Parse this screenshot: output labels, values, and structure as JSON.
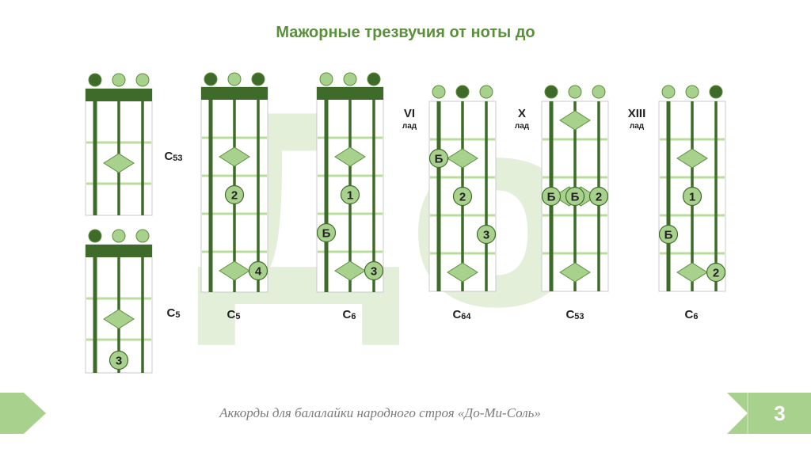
{
  "title": "Мажорные трезвучия от ноты до",
  "watermark": "До",
  "footer": "Аккорды для балалайки народного строя «До-Ми-Соль»",
  "page_number": "3",
  "colors": {
    "dark_green": "#3f6b2a",
    "mid_green": "#5b8f3c",
    "light_green": "#a9d18e",
    "fret_line": "#b8dd9c",
    "pale_green": "#e3efd9",
    "footer_green": "#a9d18e"
  },
  "chords": [
    {
      "id": "c1",
      "name": "C53",
      "name_base": "C",
      "name_sub": "53",
      "fret_label": "",
      "fret_sub": "",
      "open_strings": [
        "played",
        "open",
        "open"
      ],
      "markers": [
        {
          "string": 1,
          "fret": 1.5,
          "kind": "diamond",
          "label": ""
        }
      ]
    },
    {
      "id": "c2",
      "name": "C5",
      "name_base": "C",
      "name_sub": "5",
      "fret_label": "",
      "fret_sub": "",
      "open_strings": [
        "played",
        "open",
        "open"
      ],
      "markers": [
        {
          "string": 1,
          "fret": 1.5,
          "kind": "diamond",
          "label": ""
        },
        {
          "string": 1,
          "fret": 2.5,
          "kind": "circle",
          "label": "3"
        }
      ]
    },
    {
      "id": "c3",
      "name": "C5",
      "name_base": "C",
      "name_sub": "5",
      "fret_label": "",
      "fret_sub": "",
      "open_strings": [
        "played",
        "open",
        "played"
      ],
      "markers": [
        {
          "string": 1,
          "fret": 1.5,
          "kind": "diamond",
          "label": ""
        },
        {
          "string": 1,
          "fret": 2.5,
          "kind": "circle",
          "label": "2"
        },
        {
          "string": 1,
          "fret": 4.5,
          "kind": "diamond",
          "label": ""
        },
        {
          "string": 2,
          "fret": 4.5,
          "kind": "circle",
          "label": "4"
        }
      ]
    },
    {
      "id": "c4",
      "name": "C6",
      "name_base": "C",
      "name_sub": "6",
      "fret_label": "",
      "fret_sub": "",
      "open_strings": [
        "open",
        "open",
        "played"
      ],
      "markers": [
        {
          "string": 1,
          "fret": 1.5,
          "kind": "diamond",
          "label": ""
        },
        {
          "string": 1,
          "fret": 2.5,
          "kind": "circle",
          "label": "1"
        },
        {
          "string": 0,
          "fret": 3.5,
          "kind": "circle",
          "label": "Б"
        },
        {
          "string": 1,
          "fret": 4.5,
          "kind": "diamond",
          "label": ""
        },
        {
          "string": 2,
          "fret": 4.5,
          "kind": "circle",
          "label": "3"
        }
      ]
    },
    {
      "id": "c5",
      "name": "C64",
      "name_base": "C",
      "name_sub": "64",
      "fret_label": "VI",
      "fret_sub": "лад",
      "open_strings": [
        "open",
        "played",
        "open"
      ],
      "markers": [
        {
          "string": 0,
          "fret": 1.5,
          "kind": "circle",
          "label": "Б"
        },
        {
          "string": 1,
          "fret": 1.5,
          "kind": "diamond",
          "label": ""
        },
        {
          "string": 1,
          "fret": 2.5,
          "kind": "circle",
          "label": "2"
        },
        {
          "string": 2,
          "fret": 3.5,
          "kind": "circle",
          "label": "3"
        },
        {
          "string": 1,
          "fret": 4.5,
          "kind": "diamond",
          "label": ""
        }
      ]
    },
    {
      "id": "c6",
      "name": "C53",
      "name_base": "C",
      "name_sub": "53",
      "fret_label": "X",
      "fret_sub": "лад",
      "open_strings": [
        "played",
        "open",
        "open"
      ],
      "markers": [
        {
          "string": 1,
          "fret": 0.5,
          "kind": "diamond",
          "label": ""
        },
        {
          "string": 0.75,
          "fret": 2.5,
          "kind": "diamond",
          "label": ""
        },
        {
          "string": 1.25,
          "fret": 2.5,
          "kind": "diamond",
          "label": ""
        },
        {
          "string": 0,
          "fret": 2.5,
          "kind": "circle",
          "label": "Б"
        },
        {
          "string": 1,
          "fret": 2.5,
          "kind": "circle",
          "label": "Б"
        },
        {
          "string": 2,
          "fret": 2.5,
          "kind": "circle",
          "label": "2"
        },
        {
          "string": 1,
          "fret": 4.5,
          "kind": "diamond",
          "label": ""
        }
      ]
    },
    {
      "id": "c7",
      "name": "C6",
      "name_base": "C",
      "name_sub": "6",
      "fret_label": "XIII",
      "fret_sub": "лад",
      "open_strings": [
        "open",
        "open",
        "played"
      ],
      "markers": [
        {
          "string": 1,
          "fret": 1.5,
          "kind": "diamond",
          "label": ""
        },
        {
          "string": 1,
          "fret": 2.5,
          "kind": "circle",
          "label": "1"
        },
        {
          "string": 0,
          "fret": 3.5,
          "kind": "circle",
          "label": "Б"
        },
        {
          "string": 1,
          "fret": 4.5,
          "kind": "diamond",
          "label": ""
        },
        {
          "string": 2,
          "fret": 4.5,
          "kind": "circle",
          "label": "2"
        }
      ]
    }
  ]
}
